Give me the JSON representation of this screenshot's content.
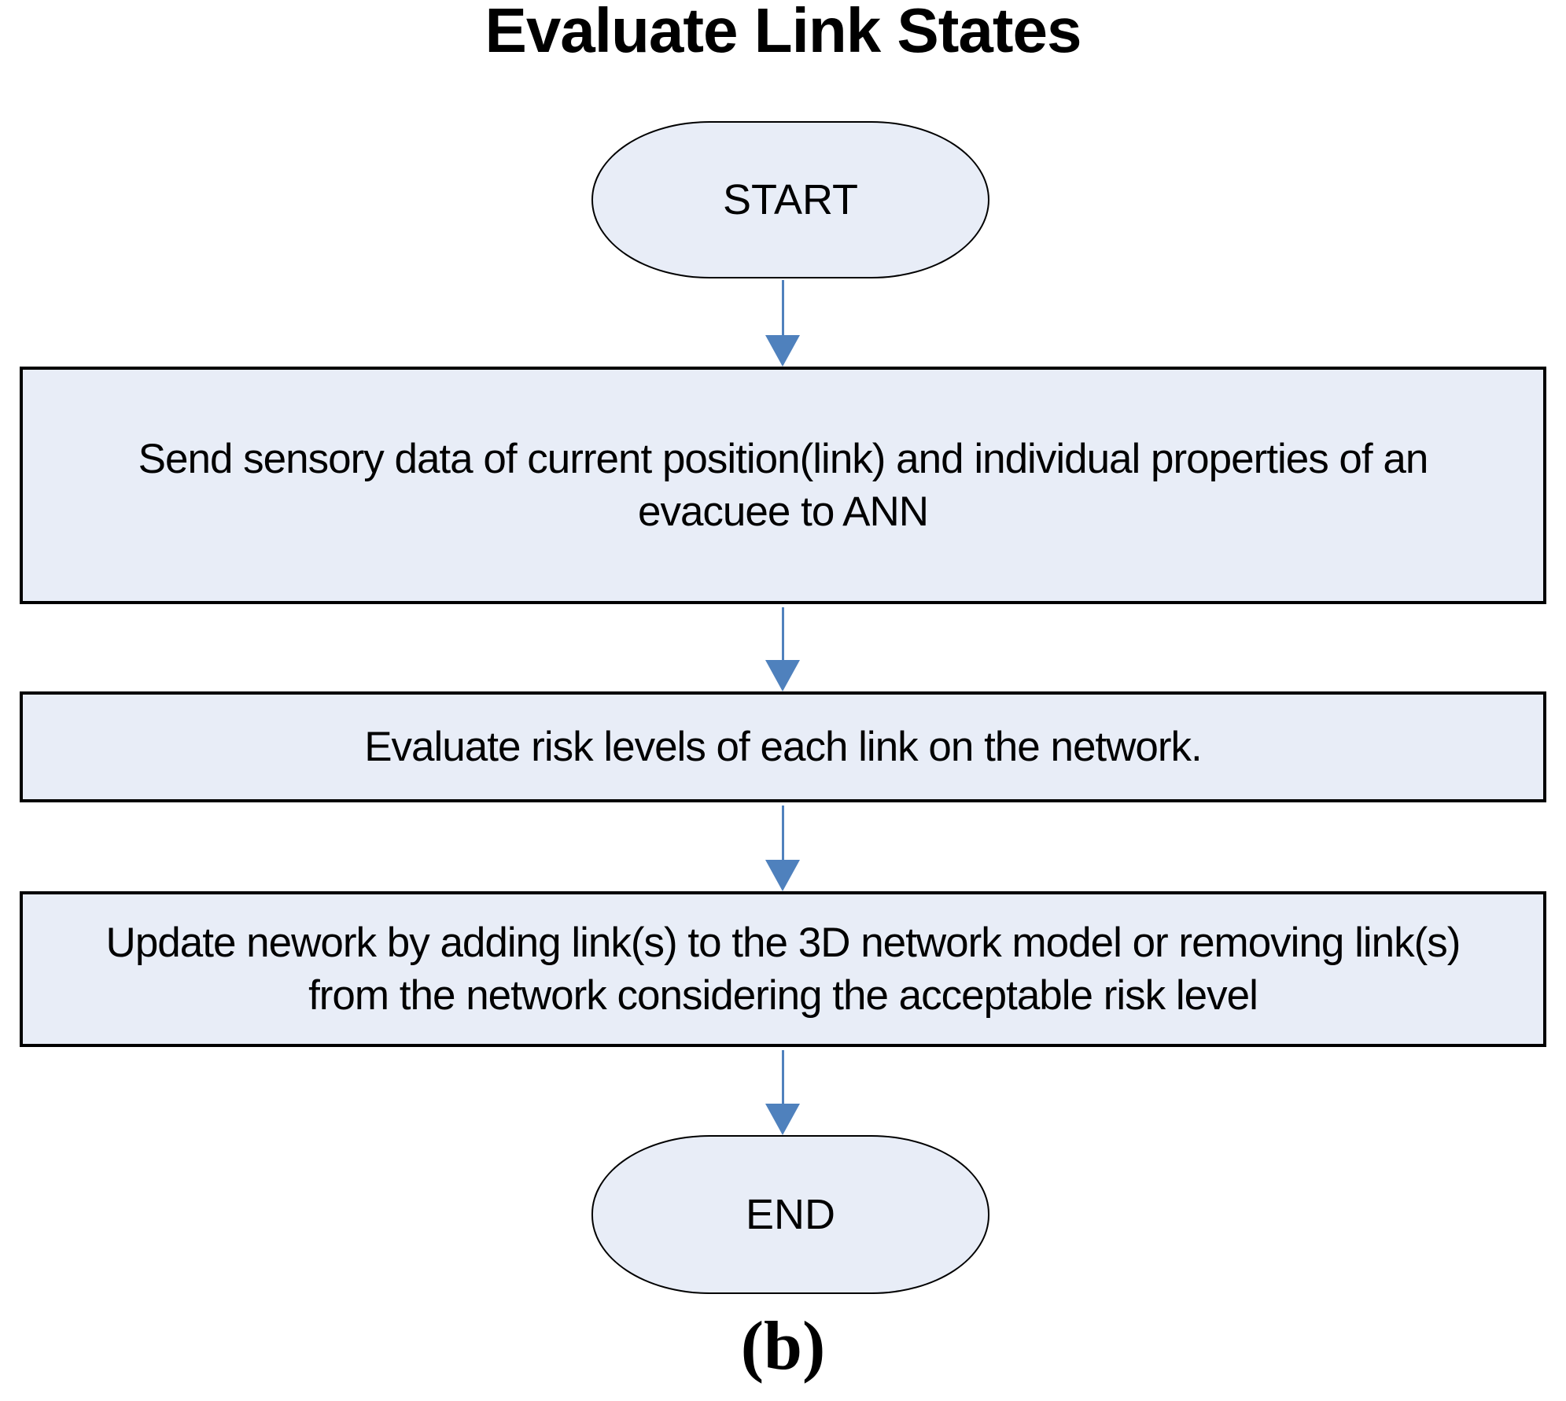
{
  "title": "Evaluate Link States",
  "caption": "(b)",
  "colors": {
    "node_fill": "#e8edf7",
    "node_border": "#000000",
    "arrow": "#4f81bd"
  },
  "flowchart": {
    "start": "START",
    "step1": [
      "Send sensory data of current position(link) and individual properties of an",
      "evacuee to ANN"
    ],
    "step2": "Evaluate risk levels of each link on the network.",
    "step3": [
      "Update nework by adding link(s) to the 3D network model or removing link(s)",
      "from the network considering the acceptable risk level"
    ],
    "end": "END"
  }
}
